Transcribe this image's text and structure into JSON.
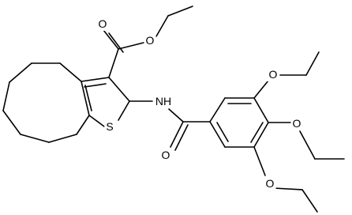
{
  "structure": {
    "atoms": {
      "carbonyl_o_ester": "O",
      "ester_o": "O",
      "nh": "NH",
      "thiophene_s": "S",
      "amide_o": "O",
      "ethoxy_o_top": "O",
      "ethoxy_o_mid": "O",
      "ethoxy_o_bottom": "O"
    }
  },
  "colors": {
    "bond": "#000000",
    "label": "#000000",
    "background": "#ffffff"
  }
}
